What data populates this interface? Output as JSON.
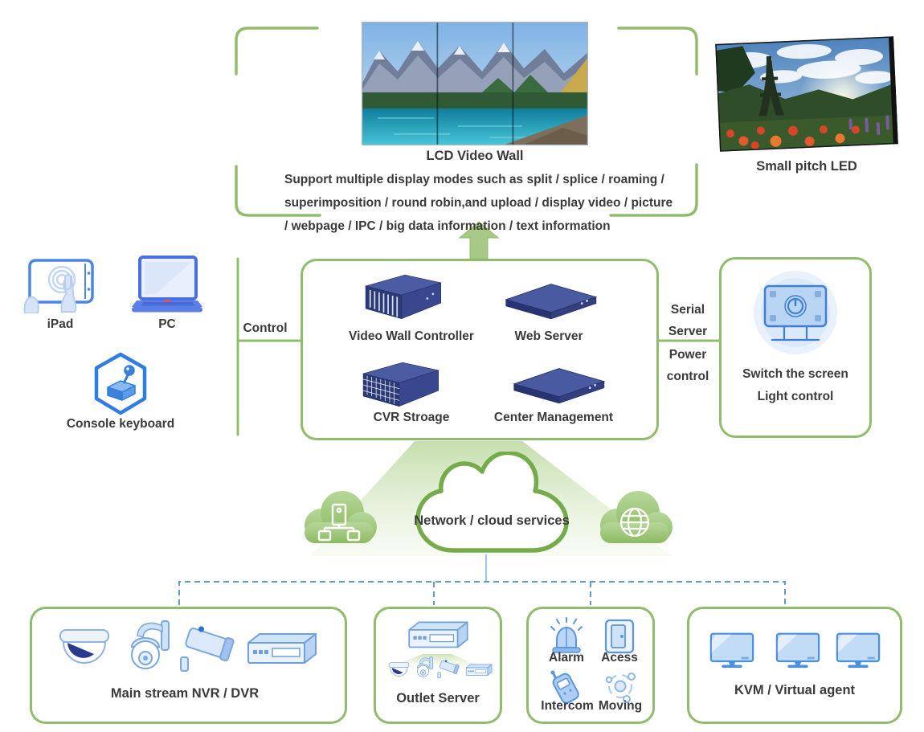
{
  "top_section": {
    "lcd_caption": "LCD Video Wall",
    "desc_line1": "Support multiple display modes such as split / splice / roaming /",
    "desc_line2": "superimposition / round robin,and upload / display video / picture",
    "desc_line3": "/ webpage / IPC / big data information / text information",
    "led_caption": "Small pitch LED"
  },
  "left_panel": {
    "ipad_label": "iPad",
    "pc_label": "PC",
    "console_label": "Console keyboard"
  },
  "links": {
    "control": "Control",
    "serial_line1": "Serial",
    "serial_line2": "Server",
    "power_line1": "Power",
    "power_line2": "control"
  },
  "center_box": {
    "video_wall_controller": "Video Wall Controller",
    "web_server": "Web Server",
    "cvr_storage": "CVR Stroage",
    "center_management": "Center Management"
  },
  "right_box": {
    "line1": "Switch the screen",
    "line2": "Light control"
  },
  "cloud": {
    "label": "Network / cloud services"
  },
  "bottom_section": {
    "nvr_label": "Main stream NVR / DVR",
    "outlet_label": "Outlet Server",
    "alarm_label": "Alarm",
    "access_label": "Acess",
    "intercom_label": "Intercom",
    "moving_label": "Moving",
    "kvm_label": "KVM / Virtual agent"
  },
  "colors": {
    "green_line": "#90bd6d",
    "cloud_green": "#76ab4c",
    "blue_dashed": "#5f9bd0",
    "icon_blue": "#4a90e2",
    "server_navy": "#2b3976"
  }
}
